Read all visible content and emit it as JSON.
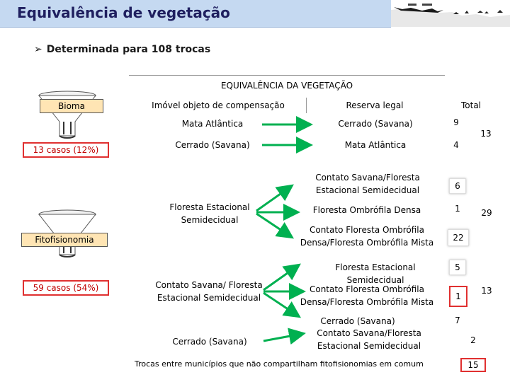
{
  "header": {
    "title": "Equivalência de vegetação"
  },
  "bullet": {
    "text": "Determinada para 108 trocas"
  },
  "table": {
    "title": "EQUIVALÊNCIA DA VEGETAÇÃO",
    "col_left": "Imóvel objeto de compensação",
    "col_mid": "Reserva legal",
    "col_total": "Total"
  },
  "bioma": {
    "label": "Bioma",
    "cases": "13 casos (12%)",
    "rows": [
      {
        "from": "Mata Atlântica",
        "to": "Cerrado (Savana)",
        "n": "9"
      },
      {
        "from": "Cerrado (Savana)",
        "to": "Mata Atlântica",
        "n": "4"
      }
    ],
    "total": "13"
  },
  "fito": {
    "label": "Fitofisionomia",
    "cases": "59 casos (54%)",
    "group1": {
      "source": "Floresta Estacional Semidecidual",
      "targets": [
        {
          "label": "Contato Savana/Floresta Estacional Semidecidual",
          "n": "6"
        },
        {
          "label": "Floresta Ombrófila Densa",
          "n": "1"
        },
        {
          "label": "Contato Floresta Ombrófila Densa/Floresta Ombrófila Mista",
          "n": "22"
        }
      ],
      "total": "29"
    },
    "group2": {
      "source": "Contato Savana/ Floresta Estacional Semidecidual",
      "targets": [
        {
          "label": "Floresta Estacional Semidecidual",
          "n": "5"
        },
        {
          "label": "Contato Floresta Ombrófila Densa/Floresta Ombrófila Mista",
          "n": "1"
        },
        {
          "label": "Cerrado (Savana)",
          "n": "7"
        }
      ],
      "total": "13"
    },
    "group3": {
      "source": "Cerrado (Savana)",
      "targets": [
        {
          "label": "Contato Savana/Floresta Estacional Semidecidual",
          "n": ""
        }
      ],
      "total": "2"
    }
  },
  "footer": {
    "text": "Trocas entre municípios que não compartilham fitofisionomias em comum",
    "n": "15"
  },
  "colors": {
    "arrow": "#00b050",
    "box_fill": "#ffe5b4",
    "red_border": "#e03030",
    "header_band": "#c5d9f1"
  }
}
